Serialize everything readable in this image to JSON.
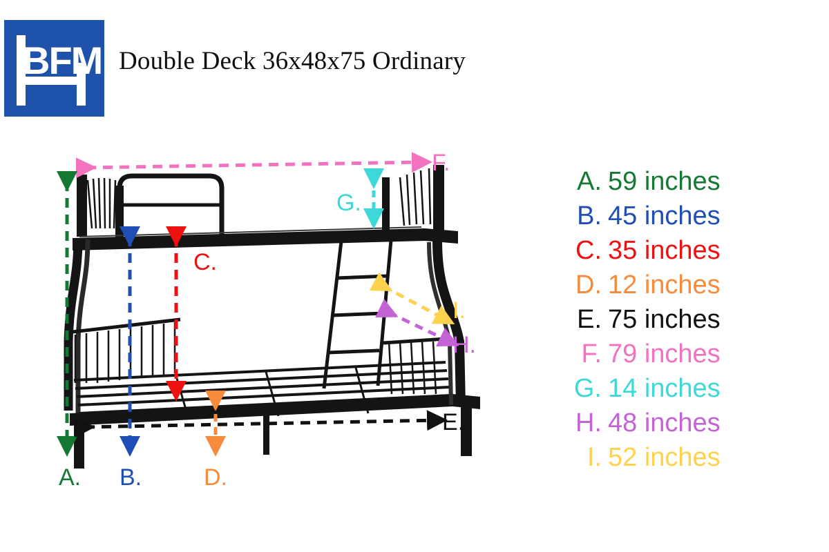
{
  "header": {
    "logo": {
      "name": "bfm-logo",
      "text": "BFM",
      "background": "#1f52ab",
      "foreground": "#ffffff"
    },
    "title": "Double Deck 36x48x75 Ordinary"
  },
  "diagram": {
    "alt": "bunk-bed-dimension-diagram",
    "product": "metal double deck bunk bed",
    "markers": [
      {
        "id": "A",
        "label": "A.",
        "color": "#147a33",
        "orientation": "vertical",
        "arrow": "double",
        "position": "far-left-full-height"
      },
      {
        "id": "B",
        "label": "B.",
        "color": "#1f4fb5",
        "orientation": "vertical",
        "arrow": "double",
        "position": "left-upper-deck-to-floor"
      },
      {
        "id": "C",
        "label": "C.",
        "color": "#ee1111",
        "orientation": "vertical",
        "arrow": "double",
        "position": "between-decks"
      },
      {
        "id": "D",
        "label": "D.",
        "color": "#f68b3c",
        "orientation": "vertical",
        "arrow": "double",
        "position": "under-lower-deck"
      },
      {
        "id": "E",
        "label": "E.",
        "color": "#111111",
        "orientation": "horizontal",
        "arrow": "double",
        "position": "bottom-width"
      },
      {
        "id": "F",
        "label": "F.",
        "color": "#f272c0",
        "orientation": "horizontal",
        "arrow": "double",
        "position": "top-width"
      },
      {
        "id": "G",
        "label": "G.",
        "color": "#3fd8d8",
        "orientation": "vertical",
        "arrow": "double",
        "position": "upper-guardrail-height"
      },
      {
        "id": "H",
        "label": "H.",
        "color": "#c463d6",
        "orientation": "diagonal",
        "arrow": "double",
        "position": "lower-deck-depth"
      },
      {
        "id": "I",
        "label": "I.",
        "color": "#ffd24d",
        "orientation": "diagonal",
        "arrow": "double",
        "position": "upper-deck-depth"
      }
    ]
  },
  "legend": {
    "title": "",
    "items": [
      {
        "key": "A.",
        "value": "59 inches",
        "color": "#147a33"
      },
      {
        "key": "B.",
        "value": "45 inches",
        "color": "#1f4fb5"
      },
      {
        "key": "C.",
        "value": "35 inches",
        "color": "#ee1111"
      },
      {
        "key": "D.",
        "value": "12 inches",
        "color": "#f68b3c"
      },
      {
        "key": "E.",
        "value": "75 inches",
        "color": "#111111"
      },
      {
        "key": "F.",
        "value": "79 inches",
        "color": "#f272c0"
      },
      {
        "key": "G.",
        "value": "14 inches",
        "color": "#3fd8d8"
      },
      {
        "key": "H.",
        "value": "48 inches",
        "color": "#c463d6"
      },
      {
        "key": "I.",
        "value": "52 inches",
        "color": "#ffd24d"
      }
    ]
  }
}
